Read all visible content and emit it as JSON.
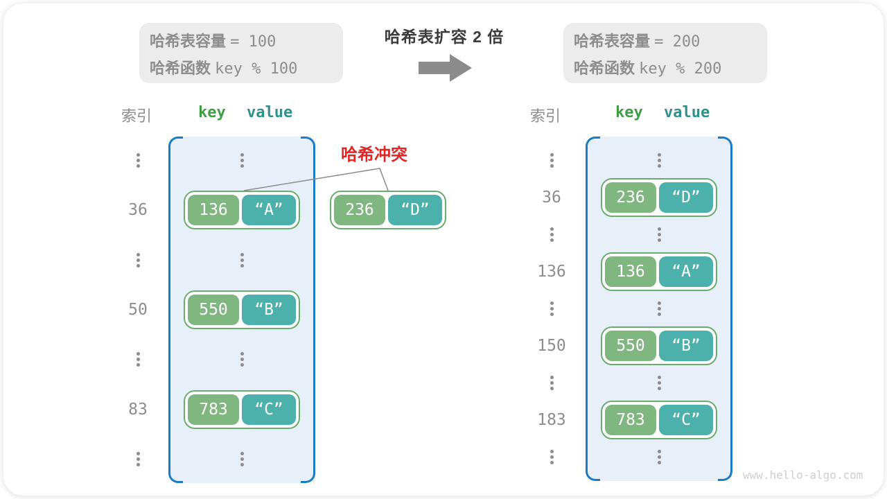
{
  "top": {
    "left_box": {
      "cap_label": "哈希表容量",
      "cap_value": "= 100",
      "fn_label": "哈希函数",
      "fn_value": "key % 100"
    },
    "title": "哈希表扩容 2 倍",
    "right_box": {
      "cap_label": "哈希表容量",
      "cap_value": "= 200",
      "fn_label": "哈希函数",
      "fn_value": "key % 200"
    }
  },
  "collision": {
    "label": "哈希冲突",
    "pair": {
      "key": "236",
      "value": "“D”"
    }
  },
  "tables": {
    "left": {
      "headers": {
        "index": "索引",
        "key": "key",
        "value": "value"
      },
      "rows": [
        {
          "type": "dots"
        },
        {
          "type": "pair",
          "index": "36",
          "key": "136",
          "value": "“A”"
        },
        {
          "type": "dots"
        },
        {
          "type": "pair",
          "index": "50",
          "key": "550",
          "value": "“B”"
        },
        {
          "type": "dots"
        },
        {
          "type": "pair",
          "index": "83",
          "key": "783",
          "value": "“C”"
        },
        {
          "type": "dots"
        }
      ]
    },
    "right": {
      "headers": {
        "index": "索引",
        "key": "key",
        "value": "value"
      },
      "rows": [
        {
          "type": "dots"
        },
        {
          "type": "pair",
          "index": "36",
          "key": "236",
          "value": "“D”"
        },
        {
          "type": "dots"
        },
        {
          "type": "pair",
          "index": "136",
          "key": "136",
          "value": "“A”"
        },
        {
          "type": "dots"
        },
        {
          "type": "pair",
          "index": "150",
          "key": "550",
          "value": "“B”"
        },
        {
          "type": "dots"
        },
        {
          "type": "pair",
          "index": "183",
          "key": "783",
          "value": "“C”"
        },
        {
          "type": "dots"
        }
      ]
    }
  },
  "watermark": "www.hello-algo.com",
  "colors": {
    "accent_blue": "#1a7cc4",
    "container_fill": "#e7f0f9",
    "key_green": "#80b780",
    "value_teal": "#4db1ab",
    "pair_border": "#6bac6e",
    "header_key_green": "#3f9e44",
    "header_value_teal": "#2f918c",
    "collision_red": "#e02525",
    "gray_text": "#8d8d8d"
  }
}
